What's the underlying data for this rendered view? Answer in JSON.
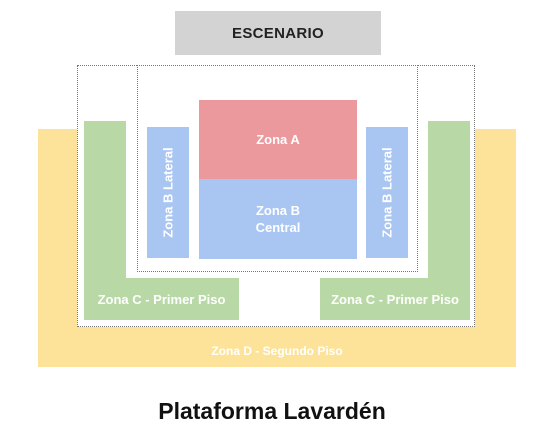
{
  "stage": {
    "label": "ESCENARIO"
  },
  "zones": {
    "a": {
      "label": "Zona A",
      "color": "#eb999d"
    },
    "b_central": {
      "line1": "Zona B",
      "line2": "Central",
      "color": "#a9c6f2"
    },
    "b_lateral_left": {
      "label": "Zona B Lateral",
      "color": "#a9c6f2"
    },
    "b_lateral_right": {
      "label": "Zona B Lateral",
      "color": "#a9c6f2"
    },
    "c_left": {
      "label": "Zona C - Primer Piso",
      "color": "#b8d9a6"
    },
    "c_right": {
      "label": "Zona C - Primer Piso",
      "color": "#b8d9a6"
    },
    "d": {
      "label": "Zona D - Segundo Piso",
      "color": "#fde39a"
    }
  },
  "venue": {
    "title": "Plataforma Lavardén"
  }
}
